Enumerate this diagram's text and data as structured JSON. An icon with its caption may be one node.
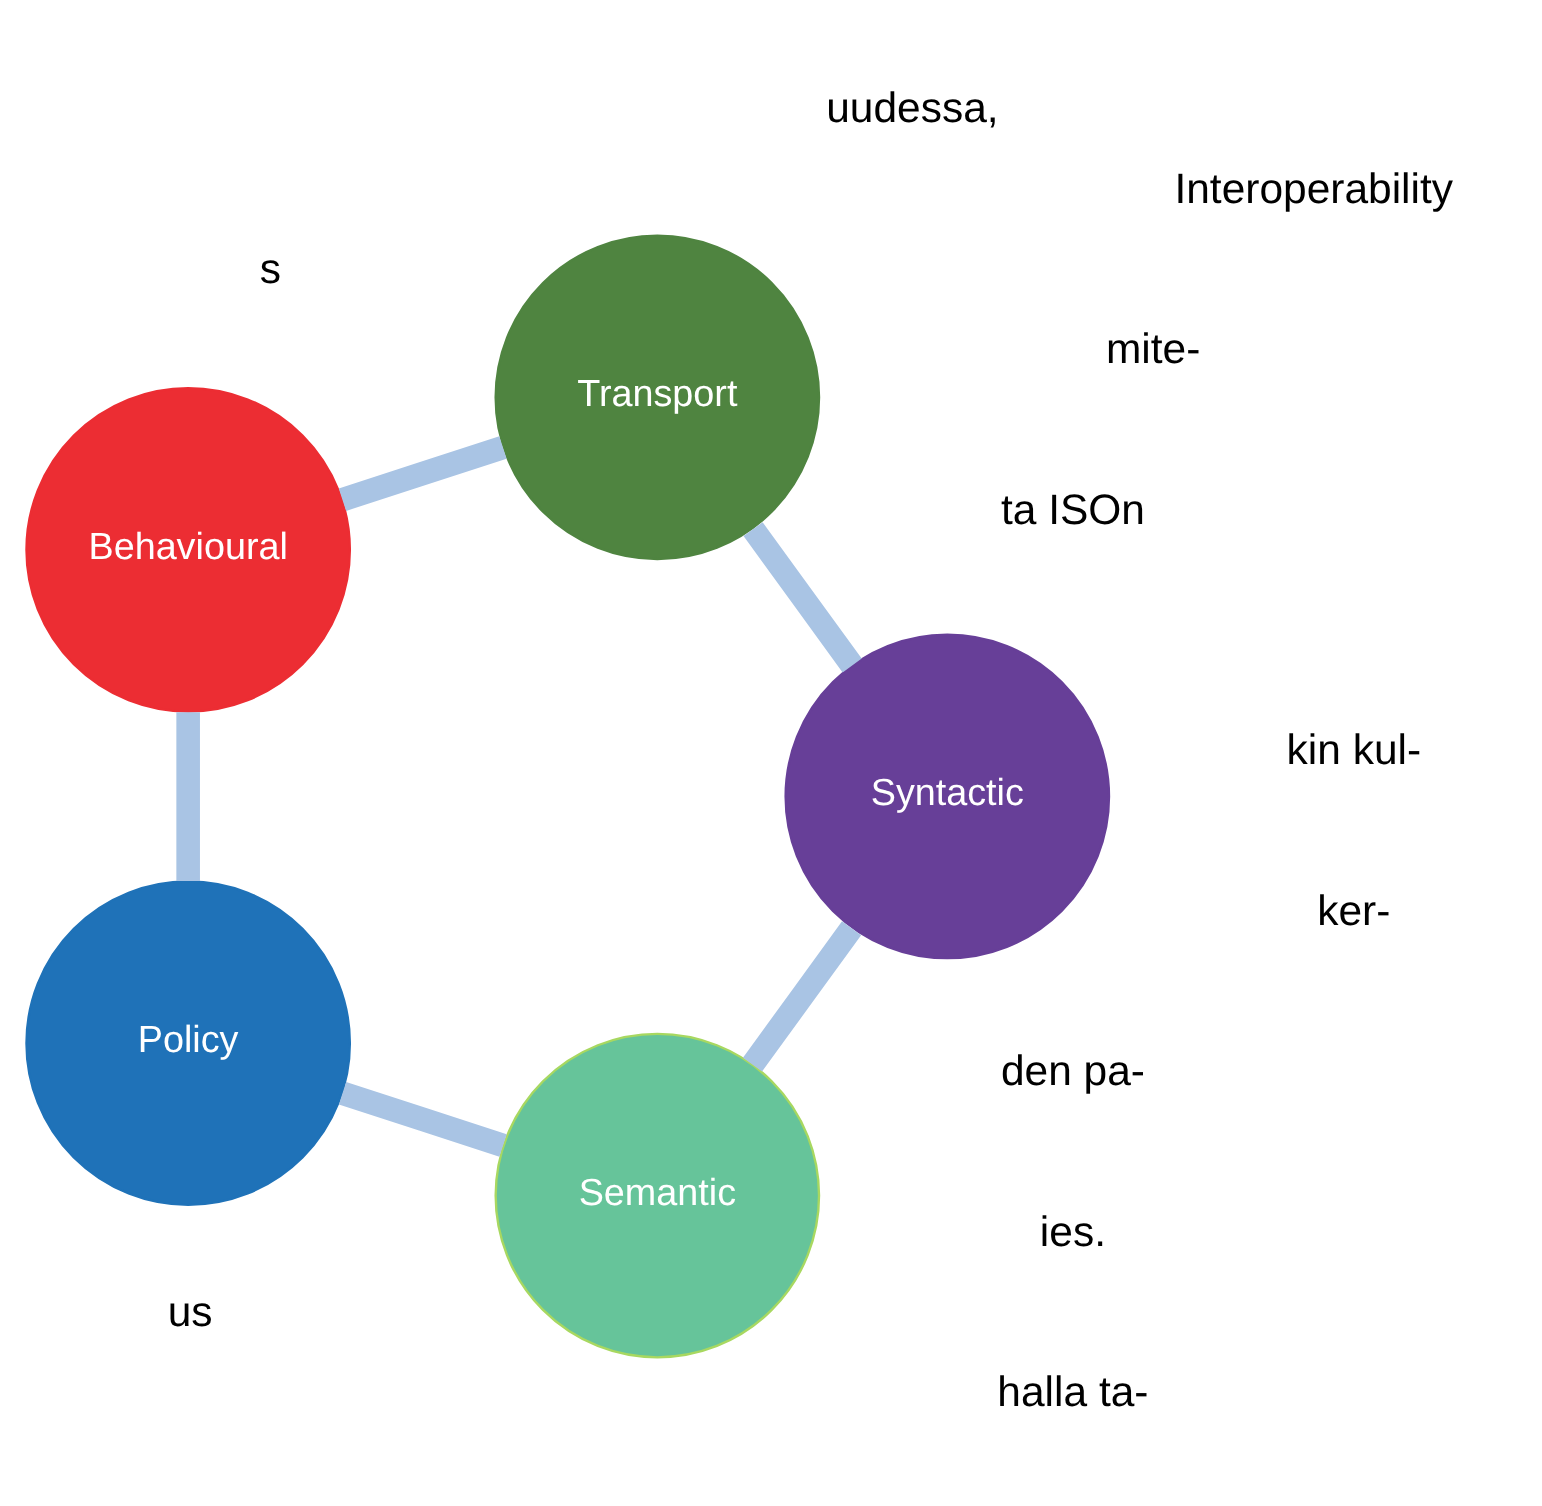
{
  "diagram": {
    "nodes": [
      {
        "text": [
          "Semantic"
        ]
      },
      {
        "text": [
          "Syntactic"
        ]
      },
      {
        "text": [
          "Policy"
        ]
      },
      {
        "text": [
          "Transport"
        ]
      },
      {
        "text": [
          "Behavioural"
        ]
      }
    ],
    "edges": [
      {
        "from": 0,
        "to": 2,
        "arrow": "none"
      },
      {
        "from": 2,
        "to": 4,
        "arrow": "none"
      },
      {
        "from": 4,
        "to": 3,
        "arrow": "none"
      },
      {
        "from": 3,
        "to": 1,
        "arrow": "none"
      },
      {
        "from": 1,
        "to": 0,
        "arrow": "none"
      }
    ],
    "labels": [
      "den pa-",
      "ta ISOn",
      "mite-",
      "ies.",
      "s",
      "Interoperability",
      "us",
      "ker-",
      "kin kul-",
      "halla ta-",
      "uudessa,"
    ]
  }
}
